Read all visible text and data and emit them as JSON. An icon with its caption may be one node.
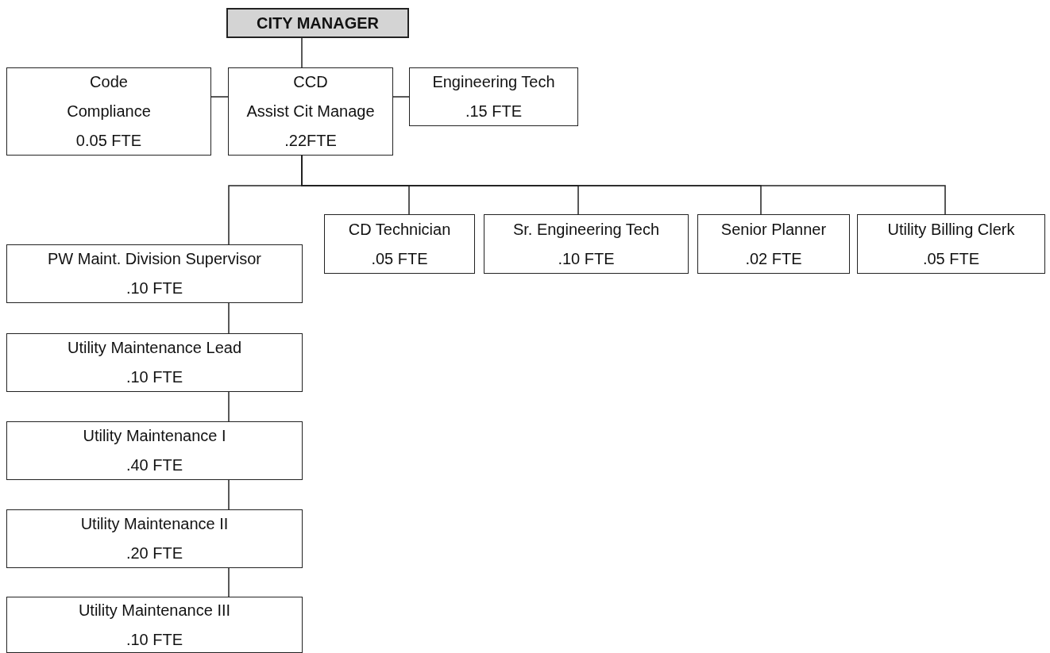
{
  "diagram": {
    "nodes": [
      {
        "text": [
          "CITY MANAGER"
        ]
      },
      {
        "text": [
          "Code Compliance",
          "0.05 FTE"
        ]
      },
      {
        "text": [
          "CCD",
          "Assist Cit Manage",
          ".22FTE"
        ]
      },
      {
        "text": [
          "Engineering Tech",
          ".15 FTE"
        ]
      },
      {
        "text": [
          "PW Maint. Division Supervisor",
          ".10 FTE"
        ]
      },
      {
        "text": [
          "CD Technician",
          ".05 FTE"
        ]
      },
      {
        "text": [
          "Sr. Engineering Tech",
          ".10 FTE"
        ]
      },
      {
        "text": [
          "Senior Planner",
          ".02 FTE"
        ]
      },
      {
        "text": [
          "Utility Billing Clerk",
          ".05 FTE"
        ]
      },
      {
        "text": [
          "Utility Maintenance Lead",
          ".10 FTE"
        ]
      },
      {
        "text": [
          "Utility Maintenance I",
          ".40 FTE"
        ]
      },
      {
        "text": [
          "Utility Maintenance II",
          ".20 FTE"
        ]
      },
      {
        "text": [
          "Utility Maintenance III",
          ".10 FTE"
        ]
      }
    ],
    "edges": [
      {
        "from": 0,
        "to": 2,
        "arrow": "none"
      },
      {
        "from": 1,
        "to": 2,
        "arrow": "none"
      },
      {
        "from": 2,
        "to": 3,
        "arrow": "none"
      },
      {
        "from": 2,
        "to": 4,
        "arrow": "none"
      },
      {
        "from": 2,
        "to": 5,
        "arrow": "none"
      },
      {
        "from": 2,
        "to": 6,
        "arrow": "none"
      },
      {
        "from": 2,
        "to": 7,
        "arrow": "none"
      },
      {
        "from": 2,
        "to": 8,
        "arrow": "none"
      },
      {
        "from": 4,
        "to": 9,
        "arrow": "none"
      },
      {
        "from": 9,
        "to": 10,
        "arrow": "none"
      },
      {
        "from": 10,
        "to": 11,
        "arrow": "none"
      },
      {
        "from": 11,
        "to": 12,
        "arrow": "none"
      }
    ]
  }
}
